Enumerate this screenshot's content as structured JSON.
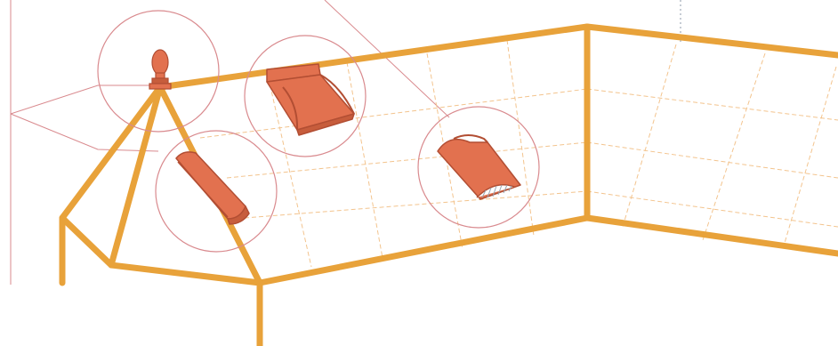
{
  "diagram": {
    "subject": "roof-tile-accessories",
    "components": [
      {
        "id": "finial",
        "icon": "roof-finial-icon"
      },
      {
        "id": "hip-tile",
        "icon": "hip-tile-icon"
      },
      {
        "id": "ridge-end-tile",
        "icon": "ridge-end-tile-icon"
      },
      {
        "id": "ridge-tile-with-closure",
        "icon": "ridge-closure-tile-icon"
      }
    ],
    "colors": {
      "frame": "#E8A23A",
      "grid": "#F3C48E",
      "callout": "#D98A8E",
      "tile": "#E2714F",
      "tile_dark": "#B24E33",
      "tile_shadow": "#C75D3C",
      "leader": "#9AA6B2"
    }
  }
}
